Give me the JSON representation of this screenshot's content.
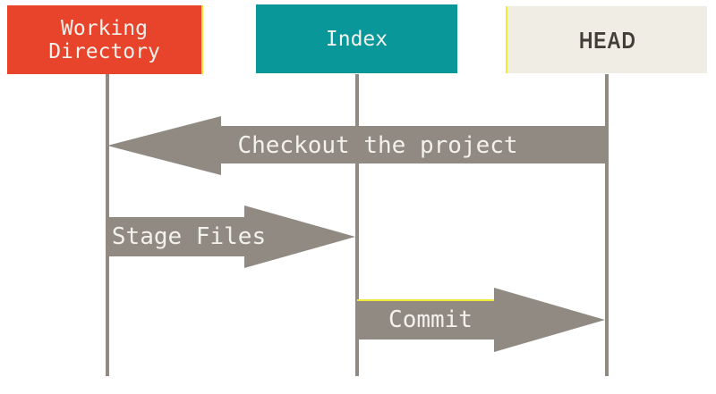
{
  "colors": {
    "working-box": "#E8432B",
    "index-box": "#0A979A",
    "head-box": "#F0EEE4",
    "arrow": "#918A83",
    "lifeline": "#918A83",
    "light-text": "#F3F1EC",
    "dark-text": "#443E38",
    "yellow-artifact": "#F2E93B",
    "bg": "#FFFFFF"
  },
  "diagram": {
    "nodes": [
      {
        "id": "working-directory",
        "label": "Working\nDirectory"
      },
      {
        "id": "index",
        "label": "Index"
      },
      {
        "id": "head",
        "label": "HEAD"
      }
    ],
    "arrows": [
      {
        "label": "Checkout the project",
        "from": "head",
        "to": "working-directory",
        "direction": "left"
      },
      {
        "label": "Stage Files",
        "from": "working-directory",
        "to": "index",
        "direction": "right"
      },
      {
        "label": "Commit",
        "from": "index",
        "to": "head",
        "direction": "right"
      }
    ]
  }
}
